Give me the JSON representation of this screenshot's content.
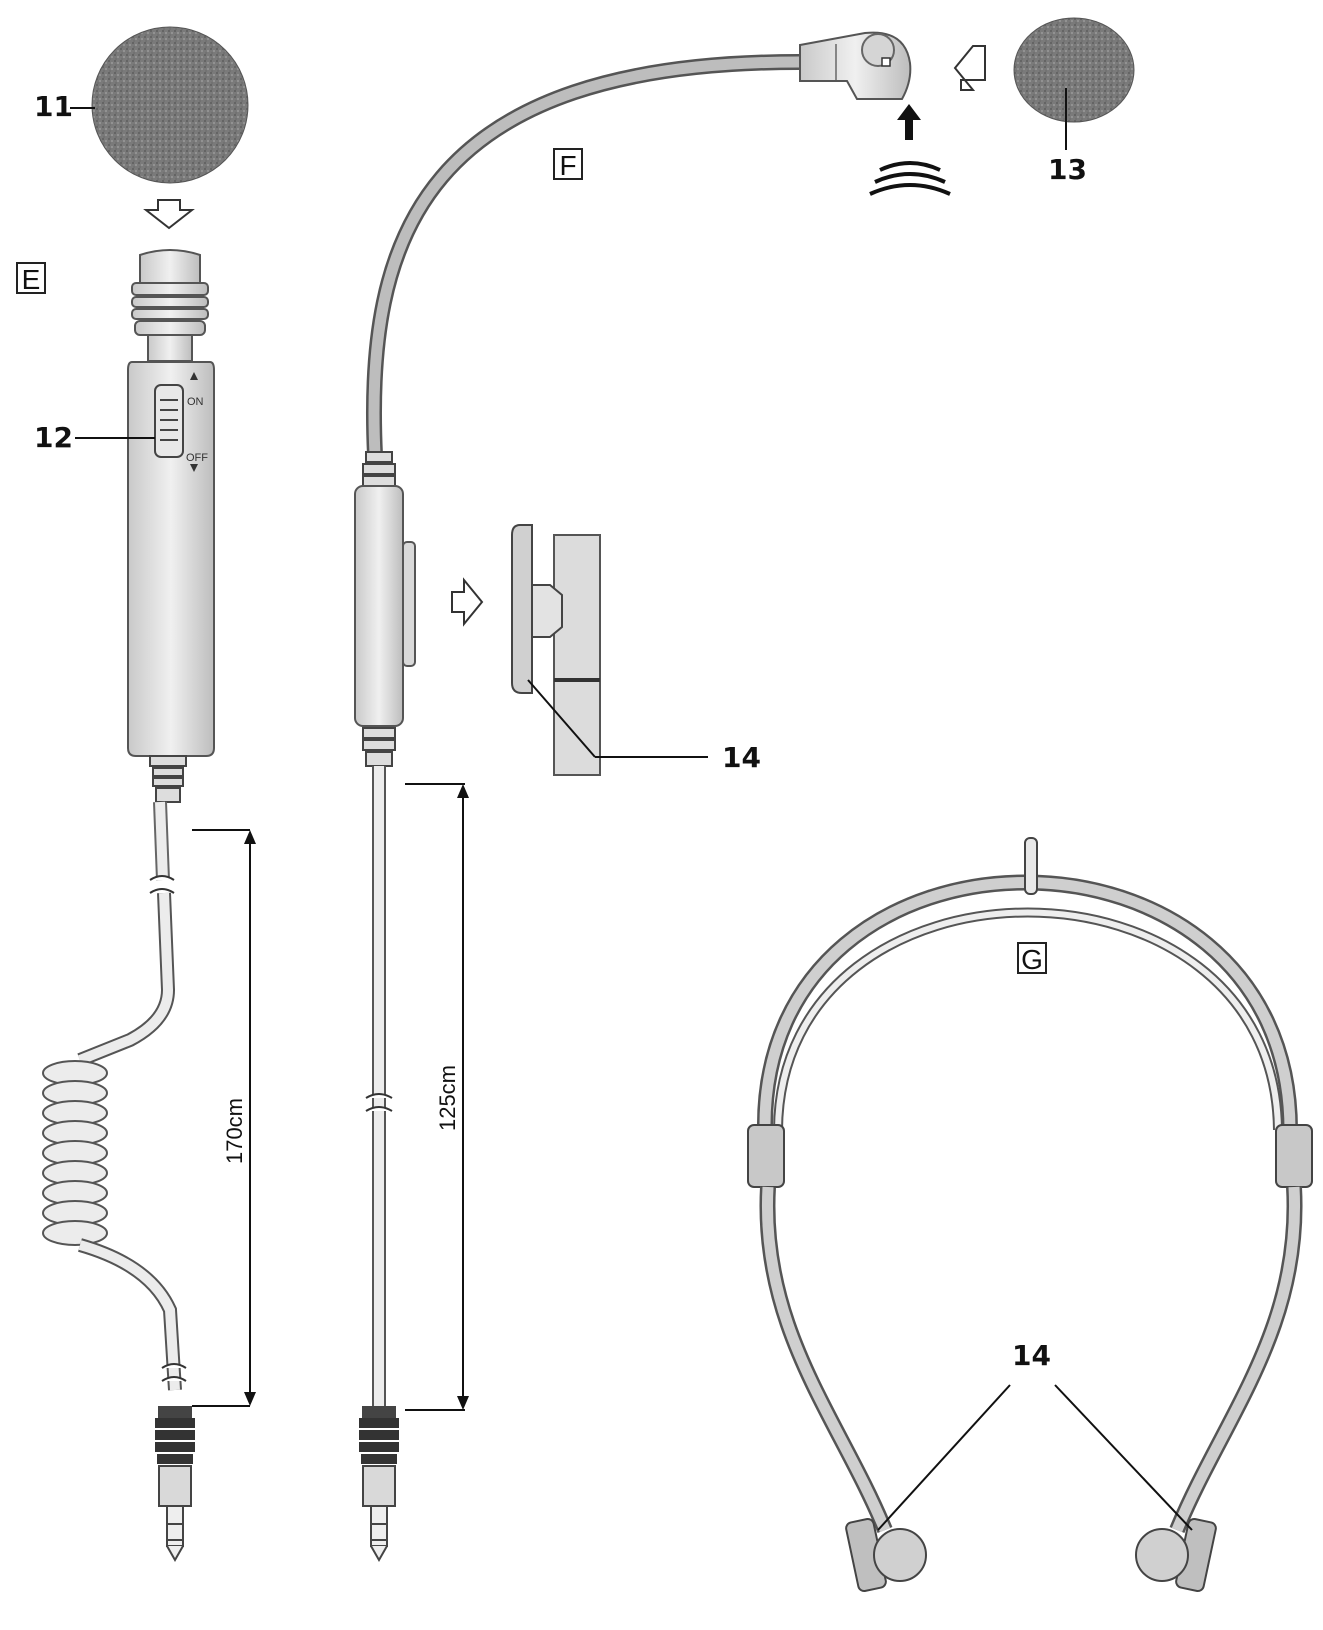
{
  "callouts": {
    "windscreen_e": "11",
    "switch": "12",
    "windscreen_f": "13",
    "clip": "14",
    "headband_clips": "14"
  },
  "sections": {
    "e": "E",
    "f": "F",
    "g": "G"
  },
  "switch_labels": {
    "on": "ON",
    "off": "OFF"
  },
  "dimensions": {
    "coiled_cable": "170cm",
    "straight_cable": "125cm"
  }
}
